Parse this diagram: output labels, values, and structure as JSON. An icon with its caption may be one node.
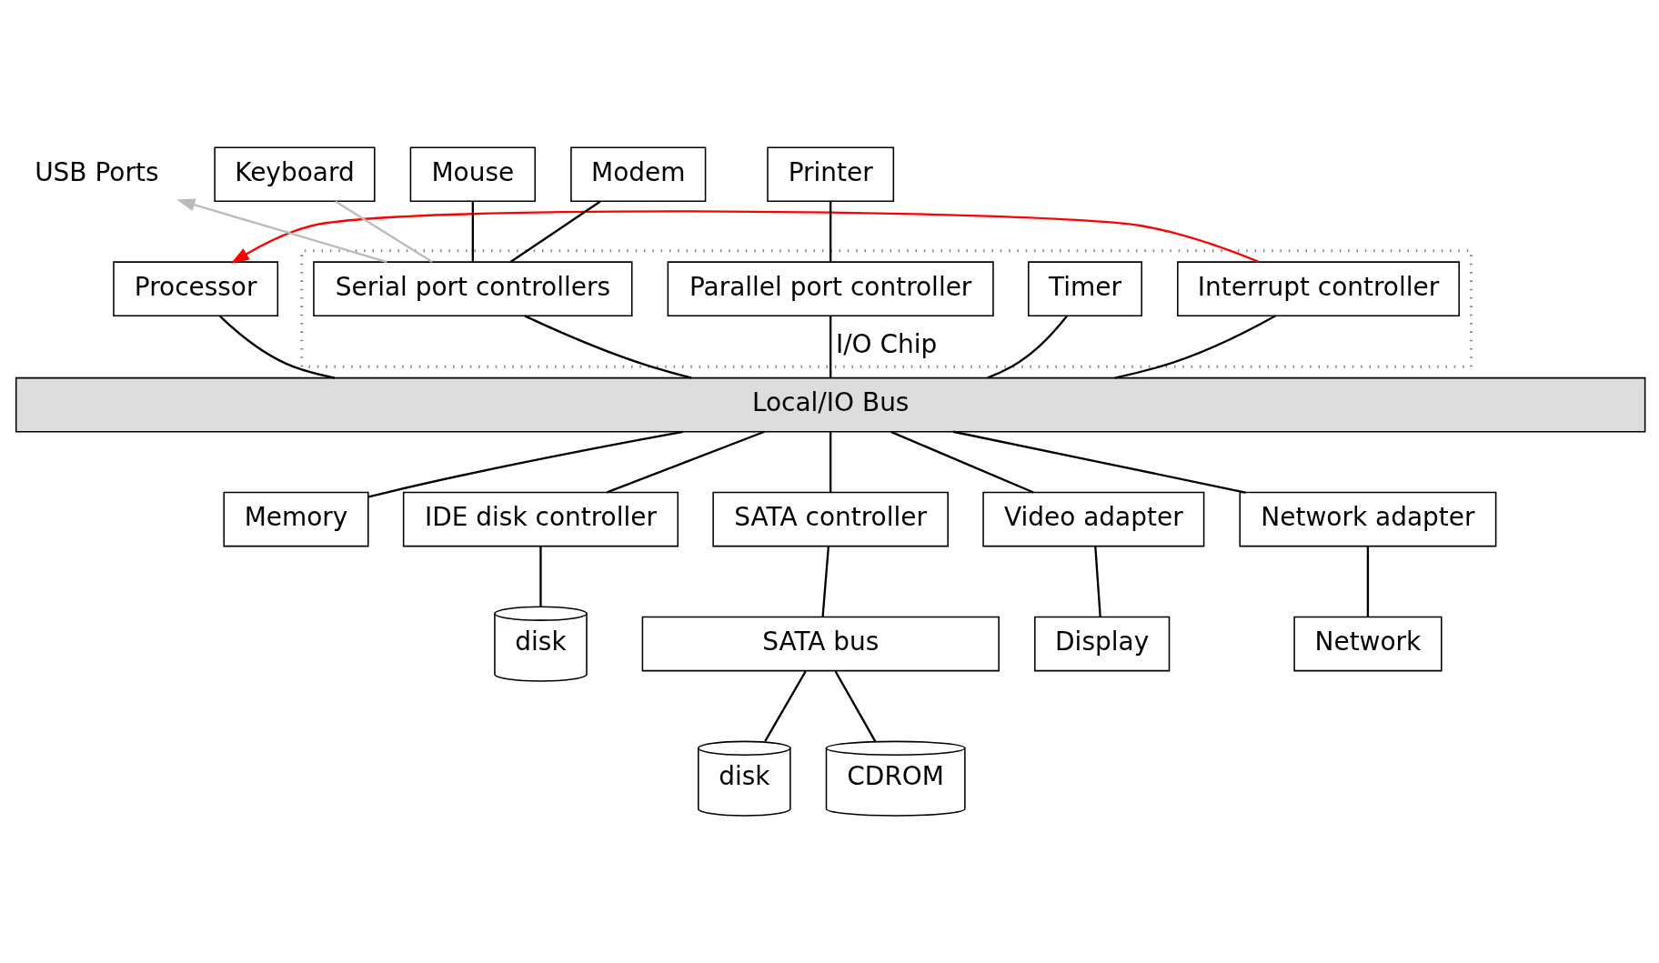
{
  "diagram": {
    "nodes": [
      {
        "text": [
          "I/O Chip"
        ]
      },
      {
        "text": [
          "Processor"
        ]
      },
      {
        "text": [
          "Interrupt controller"
        ],
        "in": 0
      },
      {
        "text": [
          "Timer"
        ],
        "in": 0
      },
      {
        "text": [
          "Serial port controllers"
        ],
        "in": 0
      },
      {
        "text": [
          "Parallel port controller"
        ],
        "in": 0
      },
      {
        "text": [
          "Keyboard"
        ]
      },
      {
        "text": [
          "Mouse"
        ]
      },
      {
        "text": [
          "Modem"
        ]
      },
      {
        "text": [
          "Printer"
        ]
      },
      {
        "text": [
          "USB Ports"
        ]
      },
      {
        "text": [
          "Local/IO Bus"
        ]
      },
      {
        "text": [
          "Memory"
        ]
      },
      {
        "text": [
          "IDE disk controller"
        ]
      },
      {
        "text": [
          "SATA controller"
        ]
      },
      {
        "text": [
          "Video adapter"
        ]
      },
      {
        "text": [
          "Network adapter"
        ]
      },
      {
        "text": [
          "disk"
        ]
      },
      {
        "text": [
          "SATA bus"
        ]
      },
      {
        "text": [
          "disk"
        ]
      },
      {
        "text": [
          "CDROM"
        ]
      },
      {
        "text": [
          "Display"
        ]
      },
      {
        "text": [
          "Network"
        ]
      }
    ],
    "edges": [
      {
        "from": 2,
        "to": 1,
        "arrow": "to",
        "color": "#ff0000"
      },
      {
        "from": 6,
        "to": 4,
        "arrow": "none",
        "color": "#bbbbbb"
      },
      {
        "from": 7,
        "to": 4,
        "arrow": "none"
      },
      {
        "from": 8,
        "to": 4,
        "arrow": "none"
      },
      {
        "from": 9,
        "to": 5,
        "arrow": "none"
      },
      {
        "from": 4,
        "to": 10,
        "arrow": "to",
        "color": "#bbbbbb"
      },
      {
        "from": 1,
        "to": 11,
        "arrow": "none"
      },
      {
        "from": 2,
        "to": 11,
        "arrow": "none"
      },
      {
        "from": 3,
        "to": 11,
        "arrow": "none"
      },
      {
        "from": 4,
        "to": 11,
        "arrow": "none"
      },
      {
        "from": 5,
        "to": 11,
        "arrow": "none"
      },
      {
        "from": 11,
        "to": 12,
        "arrow": "none"
      },
      {
        "from": 11,
        "to": 13,
        "arrow": "none"
      },
      {
        "from": 11,
        "to": 14,
        "arrow": "none"
      },
      {
        "from": 11,
        "to": 15,
        "arrow": "none"
      },
      {
        "from": 11,
        "to": 16,
        "arrow": "none"
      },
      {
        "from": 13,
        "to": 17,
        "arrow": "none"
      },
      {
        "from": 14,
        "to": 18,
        "arrow": "none"
      },
      {
        "from": 18,
        "to": 19,
        "arrow": "none"
      },
      {
        "from": 18,
        "to": 20,
        "arrow": "none"
      },
      {
        "from": 15,
        "to": 21,
        "arrow": "none"
      },
      {
        "from": 16,
        "to": 22,
        "arrow": "none"
      }
    ]
  }
}
